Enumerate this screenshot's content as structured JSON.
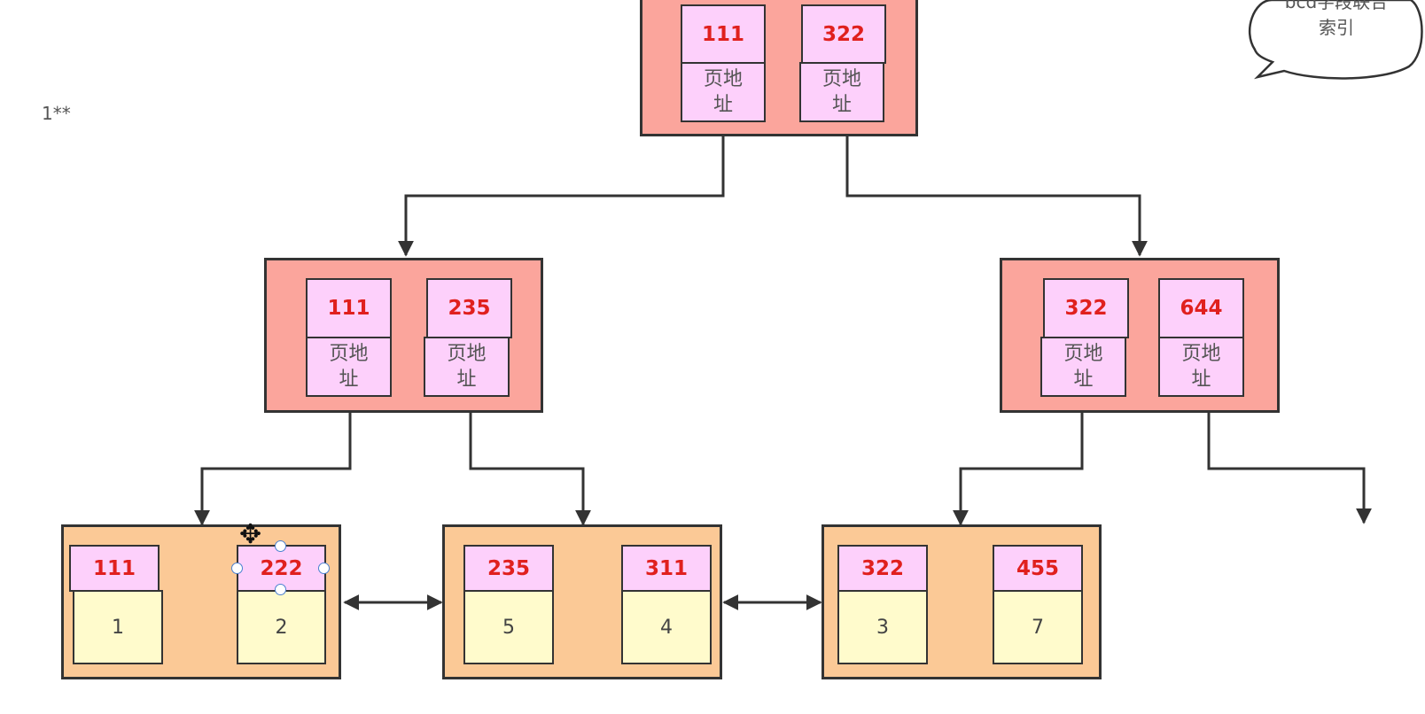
{
  "annotation": "1**",
  "callout": {
    "line1": "bcd字段联合",
    "line2": "索引"
  },
  "root": {
    "keys": [
      {
        "key": "111",
        "addr": "页地\n址"
      },
      {
        "key": "322",
        "addr": "页地\n址"
      }
    ]
  },
  "level2": [
    {
      "keys": [
        {
          "key": "111",
          "addr": "页地\n址"
        },
        {
          "key": "235",
          "addr": "页地\n址"
        }
      ]
    },
    {
      "keys": [
        {
          "key": "322",
          "addr": "页地\n址"
        },
        {
          "key": "644",
          "addr": "页地\n址"
        }
      ]
    }
  ],
  "leaves": [
    {
      "entries": [
        {
          "key": "111",
          "value": "1"
        },
        {
          "key": "222",
          "value": "2"
        }
      ]
    },
    {
      "entries": [
        {
          "key": "235",
          "value": "5"
        },
        {
          "key": "311",
          "value": "4"
        }
      ]
    },
    {
      "entries": [
        {
          "key": "322",
          "value": "3"
        },
        {
          "key": "455",
          "value": "7"
        }
      ]
    }
  ],
  "colors": {
    "internal_node": "#fba59c",
    "leaf_node": "#fbc996",
    "key_cell": "#fdd0fb",
    "data_cell": "#fffbcc",
    "key_text": "#e0201e",
    "stroke": "#333333"
  },
  "icons": {
    "cursor": "move-cursor-icon"
  }
}
